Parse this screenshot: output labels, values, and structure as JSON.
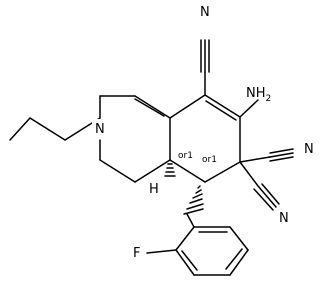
{
  "atom_labels": {
    "nitrile_n_top": "N",
    "amine": "NH",
    "amine_subscript": "2",
    "nitrile_n_right": "N",
    "nitrile_n_lower": "N",
    "ring_nitrogen": "N",
    "fluorine": "F",
    "bridgehead_hydrogen": "H"
  },
  "stereo_labels": {
    "c8a": "or1",
    "c8": "or1"
  },
  "colors": {
    "bond": "#000000",
    "background": "#ffffff"
  }
}
